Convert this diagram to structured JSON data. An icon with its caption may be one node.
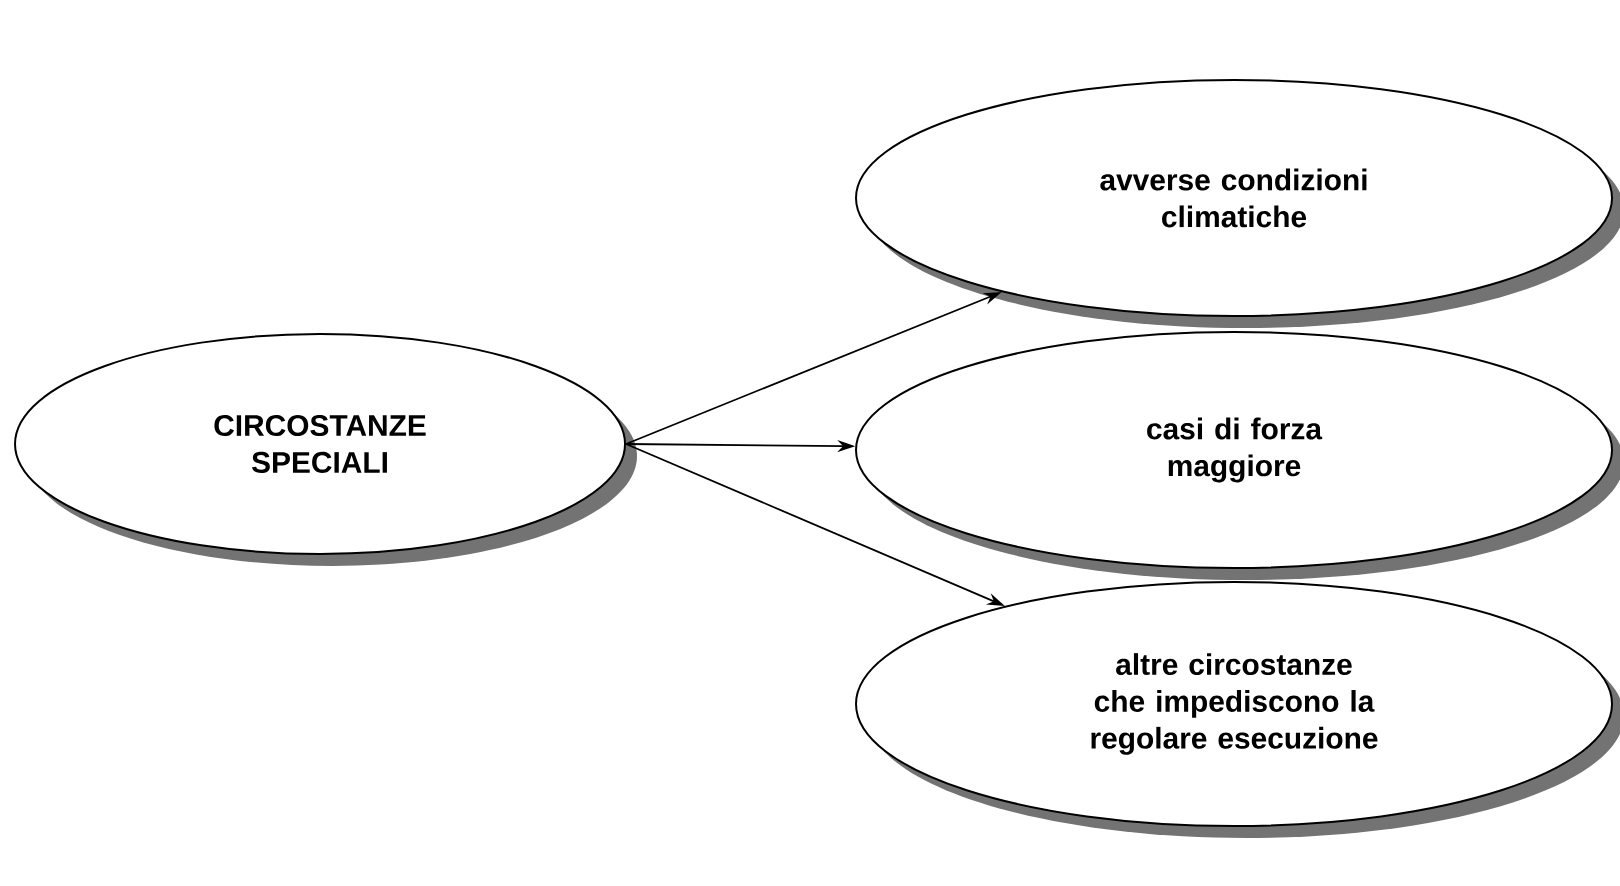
{
  "diagram": {
    "nodes": [
      {
        "text": [
          "CIRCOSTANZE SPECIALI"
        ]
      },
      {
        "text": [
          "avverse condizioni climatiche"
        ]
      },
      {
        "text": [
          "casi di forza maggiore"
        ]
      },
      {
        "text": [
          "altre circostanze che impediscono la regolare esecuzione"
        ]
      }
    ],
    "edges": [
      {
        "from": 0,
        "to": 1,
        "arrow": "to"
      },
      {
        "from": 0,
        "to": 2,
        "arrow": "to"
      },
      {
        "from": 0,
        "to": 3,
        "arrow": "to"
      }
    ]
  }
}
